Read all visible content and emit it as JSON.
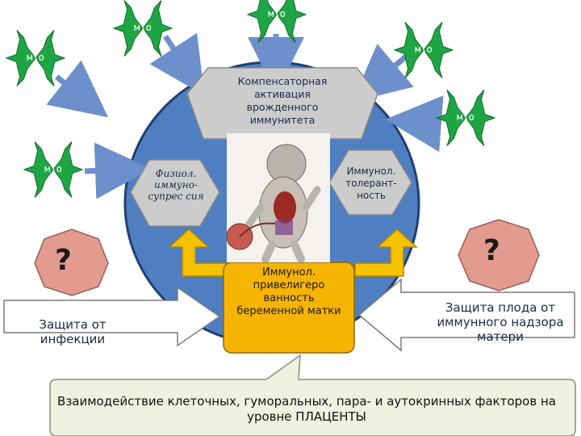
{
  "bursts": [
    {
      "id": "burst-1",
      "label": "м\\о"
    },
    {
      "id": "burst-2",
      "label": "м\\о"
    },
    {
      "id": "burst-3",
      "label": "м\\о"
    },
    {
      "id": "burst-4",
      "label": "м\\о"
    },
    {
      "id": "burst-5",
      "label": "м\\о"
    },
    {
      "id": "burst-6",
      "label": "м\\о"
    }
  ],
  "top_hexagon": {
    "text": "Компенсаторная активация врожденного иммунитета"
  },
  "left_hexagon": {
    "text": "Физиол. иммуно-супрес сия"
  },
  "right_hexagon": {
    "text": "Иммунол. толерант-ность"
  },
  "center_box": {
    "text": "Иммунол. привелигеро ванность беременной матки"
  },
  "left_question": {
    "text": "?"
  },
  "right_question": {
    "text": "?"
  },
  "left_box": {
    "text": "Защита от инфекции"
  },
  "right_box": {
    "text": "Защита плода от иммунного надзора матери"
  },
  "bottom_callout": {
    "text": "Взаимодействие клеточных, гуморальных, пара- и аутокринных факторов на уровне ПЛАЦЕНТЫ"
  },
  "colors": {
    "circle": "#4f7fc1",
    "circle_outline": "#1f3f73",
    "hexagon": "#cccccc",
    "burst": "#1fa644",
    "question": "#e49b8f",
    "center_box": "#f6b400",
    "arrow_yellow": "#f6c200",
    "arrow_blue": "#6d8fcc",
    "side_box": "#ffffff",
    "callout": "#eef2df"
  }
}
